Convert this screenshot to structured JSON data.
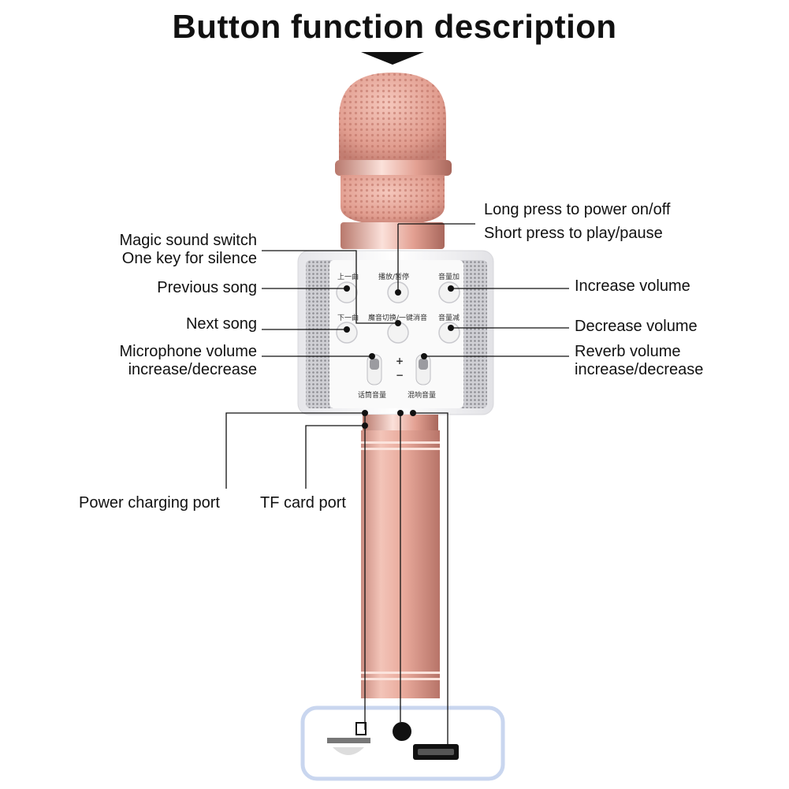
{
  "title": "Button function description",
  "labels": {
    "power_on_off": "Long press to power on/off",
    "play_pause": "Short press to play/pause",
    "magic_sound": "Magic sound switch",
    "silence": "One key for silence",
    "previous_song": "Previous song",
    "next_song": "Next song",
    "mic_volume_1": "Microphone volume",
    "mic_volume_2": "increase/decrease",
    "increase_volume": "Increase volume",
    "decrease_volume": "Decrease volume",
    "reverb_volume_1": "Reverb volume",
    "reverb_volume_2": "increase/decrease",
    "charging_port": "Power charging port",
    "tf_card_port": "TF card port"
  },
  "device_labels": {
    "prev": "上一曲",
    "play_pause": "播放/暂停",
    "vol_up": "音量加",
    "next": "下一曲",
    "magic_mute": "魔音切换/一键消音",
    "vol_down": "音量减",
    "mic_vol": "话筒音量",
    "reverb_vol": "混响音量",
    "plus": "+",
    "minus": "−"
  },
  "colors": {
    "rose_gold": "#e7a799",
    "rose_gold_dark": "#c27d71",
    "body_white": "#f5f5f7",
    "speaker_grey": "#b8b8bd",
    "port_box": "#c9d6ef"
  }
}
